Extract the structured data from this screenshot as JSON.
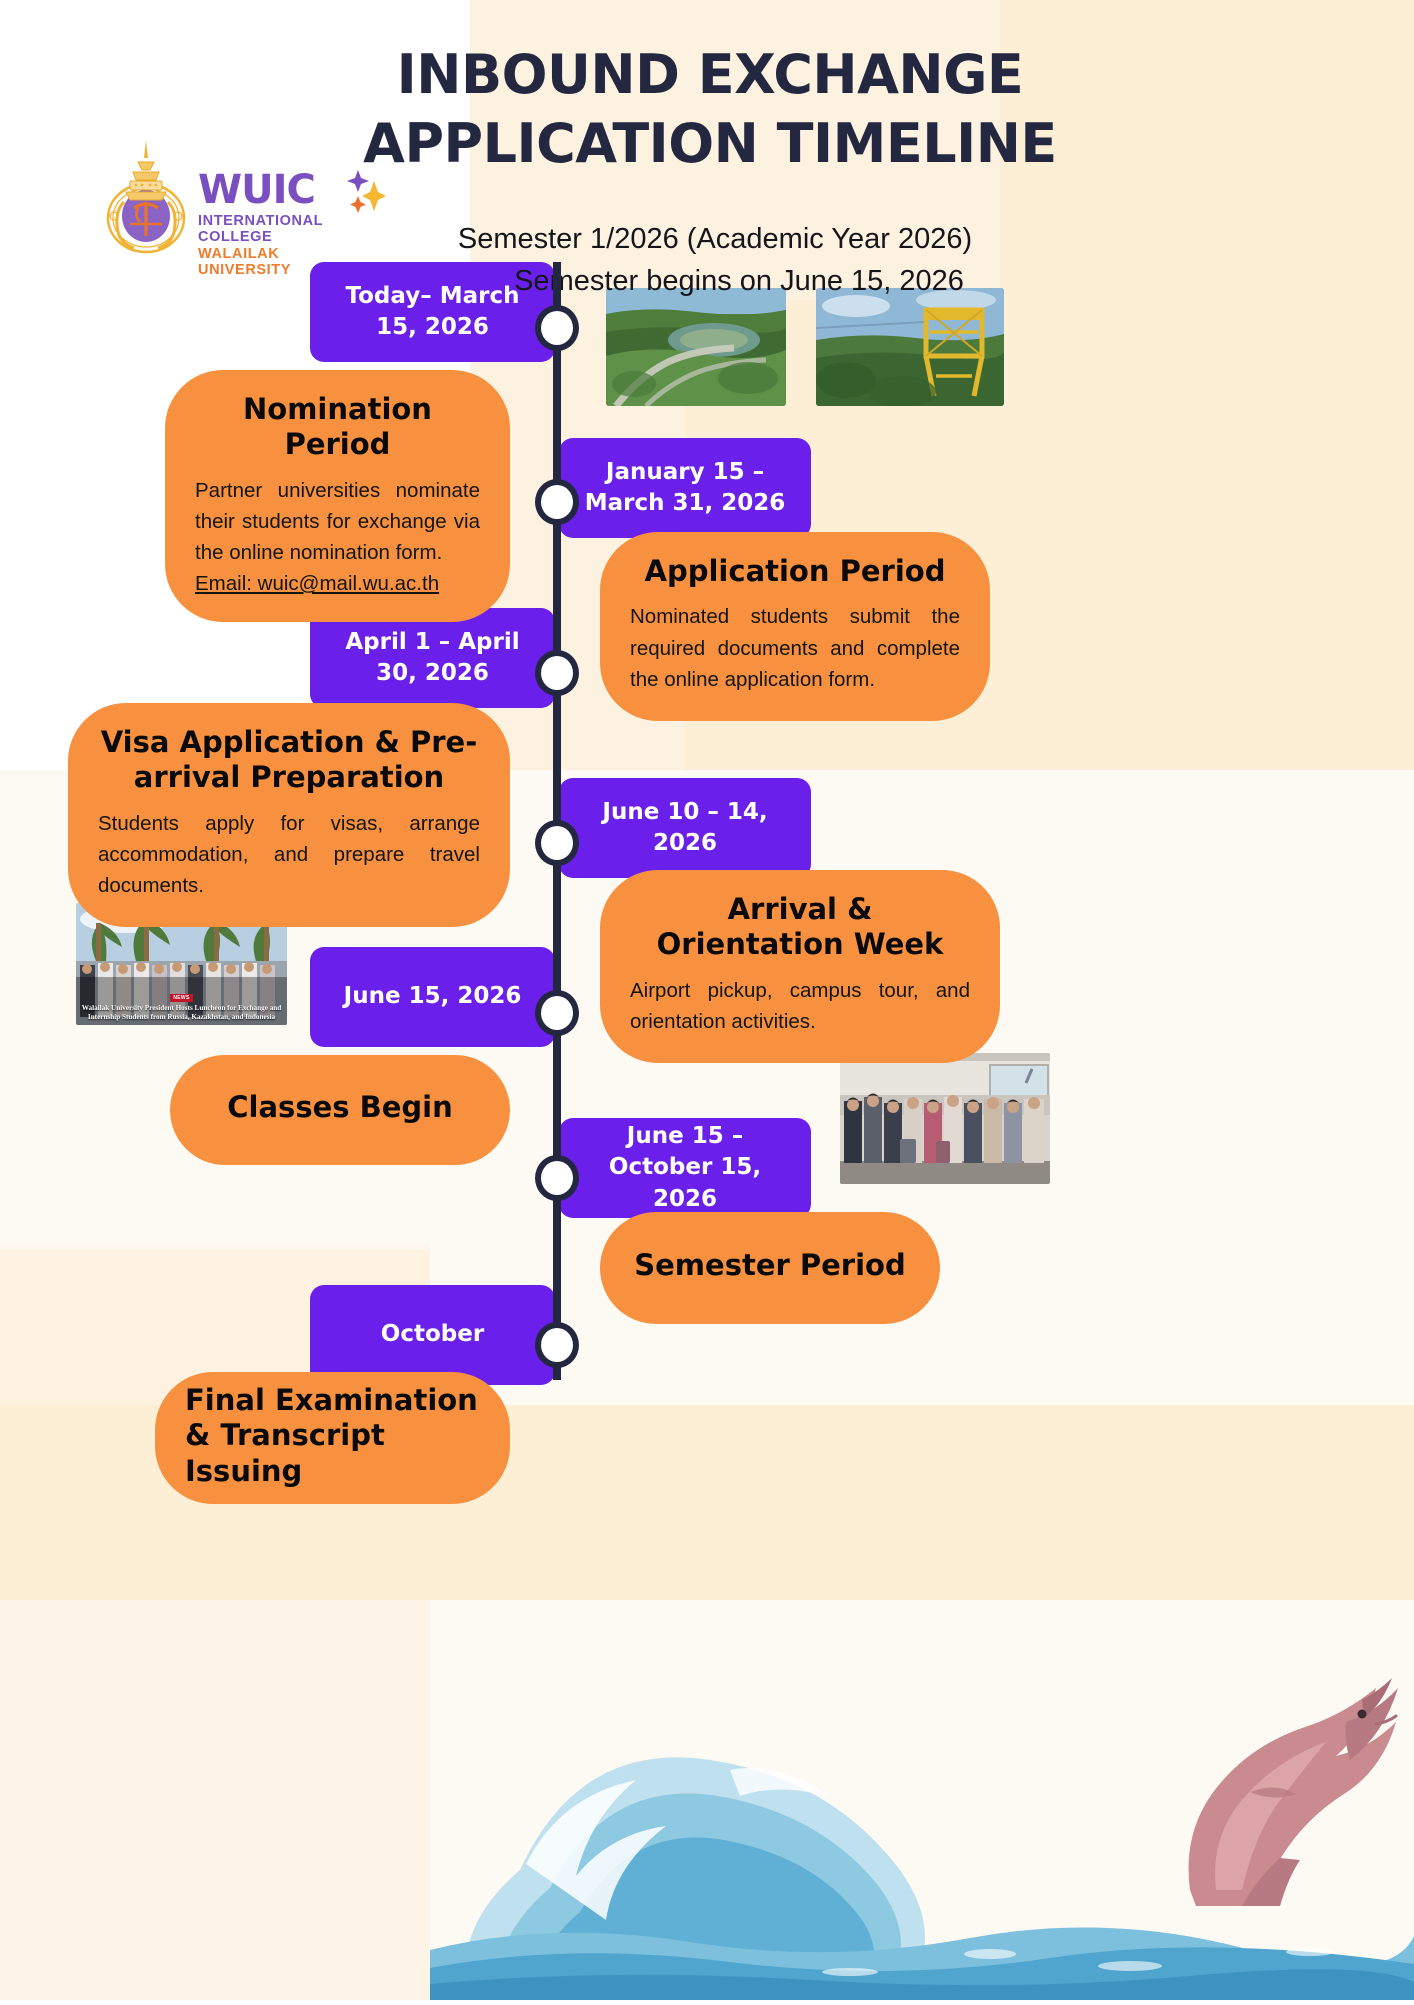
{
  "header": {
    "title_line1": "INBOUND EXCHANGE",
    "title_line2": "APPLICATION TIMELINE",
    "subtitle_line1": "Semester 1/2026 (Academic Year 2026)",
    "subtitle_line2": "Semester begins on June 15, 2026",
    "title_color": "#23273f"
  },
  "logo": {
    "wordmark": "WUIC",
    "line1": "INTERNATIONAL COLLEGE",
    "line2": "WALAILAK UNIVERSITY",
    "purple": "#7a4fc0",
    "orange": "#ef7c2c"
  },
  "theme": {
    "purple_chip": "#6a20ea",
    "orange_card": "#f7913f",
    "spine": "#23273f",
    "cream": "#fdeed6"
  },
  "milestones": [
    {
      "date": "Today– March 15, 2026",
      "title": "Nomination Period",
      "body": "Partner universities nominate their students for exchange via the online nomination form.",
      "email": "Email: wuic@mail.wu.ac.th",
      "side": "left"
    },
    {
      "date": "January 15 – March 31, 2026",
      "title": "Application Period",
      "body": "Nominated students submit the required documents and complete the online application form.",
      "email": "",
      "side": "right"
    },
    {
      "date": "April 1 – April 30, 2026",
      "title": "Visa Application & Pre-arrival Preparation",
      "body": "Students apply for visas, arrange accommodation, and prepare travel documents.",
      "email": "",
      "side": "left"
    },
    {
      "date": "June 10 – 14, 2026",
      "title": "Arrival & Orientation Week",
      "body": "Airport pickup, campus tour, and orientation activities.",
      "email": "",
      "side": "right"
    },
    {
      "date": "June 15, 2026",
      "title": "Classes Begin",
      "body": "",
      "email": "",
      "side": "left"
    },
    {
      "date": "June 15 – October 15, 2026",
      "title": "Semester Period",
      "body": "",
      "email": "",
      "side": "right"
    },
    {
      "date": "October",
      "title": "Final Examination & Transcript Issuing",
      "body": "",
      "email": "",
      "side": "left"
    }
  ],
  "photos": {
    "aerial_alt": "campus-aerial-lake-photo",
    "tower_alt": "yellow-observation-tower-photo",
    "group1_news_badge": "NEWS",
    "group1_caption": "Walailak University President Hosts Luncheon for Exchange and Internship Students from Russia, Kazakhstan, and Indonesia",
    "group2_alt": "international-students-group-photo"
  }
}
